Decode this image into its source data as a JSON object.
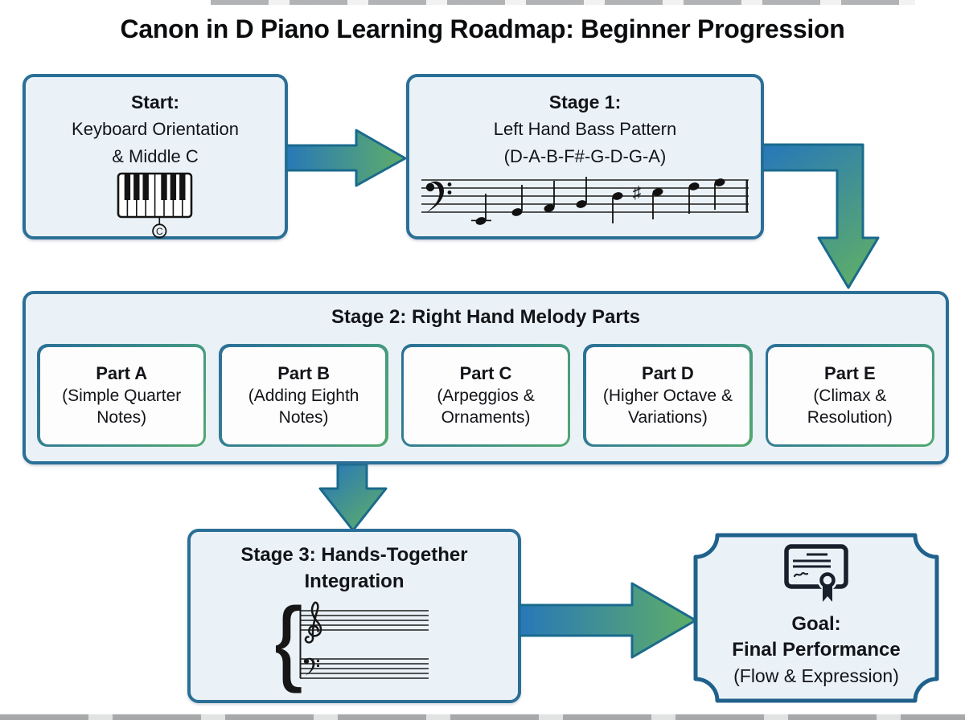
{
  "title": "Canon in D Piano Learning Roadmap: Beginner Progression",
  "start_box": {
    "heading": "Start:",
    "line1": "Keyboard Orientation",
    "line2": "& Middle C",
    "middle_c_label": "C"
  },
  "stage1_box": {
    "heading": "Stage 1:",
    "line1": "Left Hand Bass Pattern",
    "line2": "(D-A-B-F#-G-D-G-A)",
    "bass_notes": [
      "D",
      "A",
      "B",
      "F#",
      "G",
      "D",
      "G",
      "A"
    ],
    "sharp_glyph": "♯"
  },
  "stage2_box": {
    "heading": "Stage 2: Right Hand Melody Parts",
    "parts": [
      {
        "label": "Part A",
        "desc": "(Simple Quarter Notes)"
      },
      {
        "label": "Part B",
        "desc": "(Adding Eighth Notes)"
      },
      {
        "label": "Part C",
        "desc": "(Arpeggios & Ornaments)"
      },
      {
        "label": "Part D",
        "desc": "(Higher Octave & Variations)"
      },
      {
        "label": "Part E",
        "desc": "(Climax & Resolution)"
      }
    ]
  },
  "stage3_box": {
    "heading_line1": "Stage 3: Hands-Together",
    "heading_line2": "Integration",
    "brace_glyph": "{"
  },
  "goal_box": {
    "heading": "Goal:",
    "line1": "Final Performance",
    "line2": "(Flow & Expression)"
  },
  "colors": {
    "box_border": "#2b6f97",
    "box_fill": "#eaf2f8",
    "subbox_border_blue": "#2b6f97",
    "subbox_border_green": "#53a86e",
    "arrow_blue": "#2878b8",
    "arrow_green": "#5fae68",
    "arrow_outline": "#1a6a8d",
    "goal_border": "#20618c",
    "text": "#131418"
  }
}
